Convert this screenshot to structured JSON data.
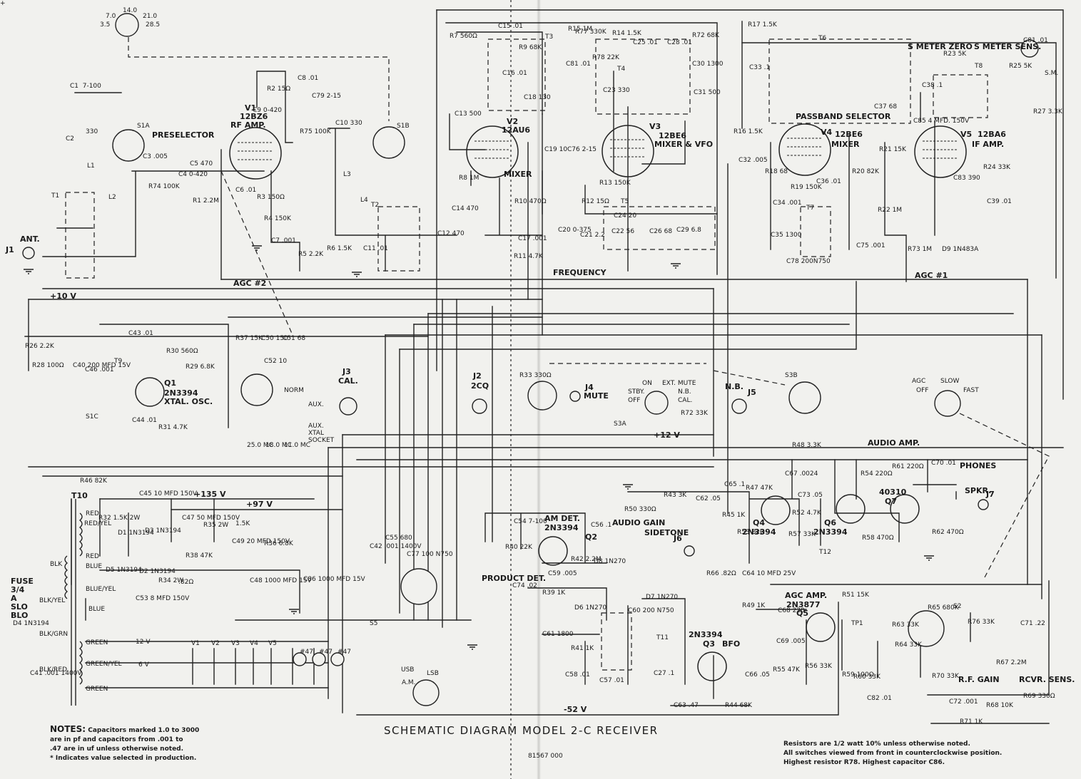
{
  "title": "SCHEMATIC DIAGRAM MODEL 2-C RECEIVER",
  "doc_number": "81567 000",
  "notes": {
    "heading": "NOTES:",
    "lines": [
      "Capacitors marked 1.0 to 3000",
      "are in pf and capacitors from .001 to",
      ".47 are in uf unless otherwise noted.",
      "* Indicates value selected in production."
    ]
  },
  "right_notes": [
    "Resistors are 1/2 watt 10% unless otherwise noted.",
    "All switches viewed from front in counterclockwise position.",
    "Highest resistor R78.   Highest capacitor C86."
  ],
  "band_dial": [
    "14.0",
    "7.0",
    "21.0",
    "3.5",
    "28.5"
  ],
  "tubes": [
    {
      "ref": "V1",
      "type": "12BZ6",
      "function": "RF AMP."
    },
    {
      "ref": "V2",
      "type": "12AU6",
      "function": "MIXER"
    },
    {
      "ref": "V3",
      "type": "12BE6",
      "function": "MIXER & VFO"
    },
    {
      "ref": "V4",
      "type": "12BE6",
      "function": "MIXER"
    },
    {
      "ref": "V5",
      "type": "12BA6",
      "function": "IF AMP."
    }
  ],
  "transistors": [
    {
      "ref": "Q1",
      "type": "2N3394",
      "function": "XTAL. OSC."
    },
    {
      "ref": "Q2",
      "type": "2N3394",
      "function": "AM DET."
    },
    {
      "ref": "Q3",
      "type": "2N3394",
      "function": "BFO"
    },
    {
      "ref": "Q4",
      "type": "2N3394",
      "function": ""
    },
    {
      "ref": "Q5",
      "type": "2N3877",
      "function": "AGC AMP."
    },
    {
      "ref": "Q6",
      "type": "2N3394",
      "function": ""
    },
    {
      "ref": "Q7",
      "type": "40310",
      "function": ""
    }
  ],
  "section_labels": [
    "PRESELECTOR",
    "FREQUENCY",
    "PASSBAND SELECTOR",
    "AUDIO AMP.",
    "PRODUCT DET.",
    "AGC AMP."
  ],
  "controls": [
    "S METER ZERO",
    "S METER SENS.",
    "AUDIO GAIN",
    "R.F. GAIN",
    "RCVR. SENS.",
    "SIDETONE"
  ],
  "function_switch": [
    "ON",
    "EXT. MUTE",
    "STBY.",
    "N.B.",
    "OFF",
    "CAL."
  ],
  "agc_switch": [
    "AGC",
    "SLOW",
    "OFF",
    "FAST"
  ],
  "mode_switch": [
    "USB",
    "LSB",
    "A.M."
  ],
  "jacks": [
    {
      "ref": "J1",
      "label": "ANT."
    },
    {
      "ref": "J2",
      "label": "2CQ"
    },
    {
      "ref": "J3",
      "label": "CAL."
    },
    {
      "ref": "J4",
      "label": "MUTE"
    },
    {
      "ref": "J5",
      "label": "N.B."
    },
    {
      "ref": "J6",
      "label": "SIDETONE"
    },
    {
      "ref": "J7",
      "label": "SPKR."
    }
  ],
  "outputs": [
    "PHONES",
    "SPKR."
  ],
  "crystals": [
    "25.0 MC",
    "18.0 MC",
    "11.0 MC"
  ],
  "xtal_labels": [
    "NORM",
    "AUX.",
    "AUX. XTAL SOCKET"
  ],
  "rails": [
    "+10 V",
    "+12 V",
    "+135 V",
    "+97 V",
    "-52 V",
    "AGC #1",
    "AGC #2"
  ],
  "power": {
    "transformer": "T10",
    "fuse": "FUSE 3/4 A SLO BLO",
    "wires": [
      "RED",
      "RED/YEL",
      "RED",
      "BLUE",
      "BLUE/YEL",
      "BLUE",
      "BLK",
      "BLK/YEL",
      "BLK/GRN",
      "BLK/RED",
      "GREEN",
      "GREEN/YEL",
      "GREEN"
    ],
    "heaters": [
      "V1",
      "V2",
      "V3",
      "V4",
      "V5",
      "#47",
      "#47",
      "#47"
    ],
    "heater_volts": [
      "12 V",
      "6 V"
    ]
  },
  "labels": [
    {
      "t": "C1  7-100"
    },
    {
      "t": "C2"
    },
    {
      "t": "330"
    },
    {
      "t": "S1A"
    },
    {
      "t": "L1"
    },
    {
      "t": "L2"
    },
    {
      "t": "T1"
    },
    {
      "t": "C3 .005"
    },
    {
      "t": "C4 0-420"
    },
    {
      "t": "R74 100K"
    },
    {
      "t": "C5 470"
    },
    {
      "t": "R1 2.2M"
    },
    {
      "t": "R2 15Ω"
    },
    {
      "t": "C8 .01"
    },
    {
      "t": "C9 0-420"
    },
    {
      "t": "C79 2-15"
    },
    {
      "t": "R75 100K"
    },
    {
      "t": "C6 .01"
    },
    {
      "t": "R3 150Ω"
    },
    {
      "t": "R4 150K"
    },
    {
      "t": "C7 .001"
    },
    {
      "t": "R5 2.2K"
    },
    {
      "t": "C10 330"
    },
    {
      "t": "S1B"
    },
    {
      "t": "L3"
    },
    {
      "t": "L4"
    },
    {
      "t": "T2"
    },
    {
      "t": "R6 1.5K"
    },
    {
      "t": "C11 .01"
    },
    {
      "t": "R7 560Ω"
    },
    {
      "t": "C15 .01"
    },
    {
      "t": "T3"
    },
    {
      "t": "R9 68K"
    },
    {
      "t": "C16 .01"
    },
    {
      "t": "C18 130"
    },
    {
      "t": "R15 1M"
    },
    {
      "t": "R77 330K"
    },
    {
      "t": "C81 .01"
    },
    {
      "t": "R78 22K"
    },
    {
      "t": "C13 500"
    },
    {
      "t": "R8 1M"
    },
    {
      "t": "C14 470"
    },
    {
      "t": "R10 470Ω"
    },
    {
      "t": "C12 470"
    },
    {
      "t": "C17 .001"
    },
    {
      "t": "R11 4.7K"
    },
    {
      "t": "R14 1.5K"
    },
    {
      "t": "C25 .01"
    },
    {
      "t": "C28 .01"
    },
    {
      "t": "R72 68K"
    },
    {
      "t": "T4"
    },
    {
      "t": "C23 330"
    },
    {
      "t": "C30 1300"
    },
    {
      "t": "C31 500"
    },
    {
      "t": "C19 10"
    },
    {
      "t": "C76 2-15"
    },
    {
      "t": "R13 150K"
    },
    {
      "t": "R12 15Ω"
    },
    {
      "t": "T5"
    },
    {
      "t": "C24 20"
    },
    {
      "t": "C20 0-375"
    },
    {
      "t": "C21 2.2"
    },
    {
      "t": "C22 56"
    },
    {
      "t": "C26 68"
    },
    {
      "t": "C29 6.8"
    },
    {
      "t": "R17 1.5K"
    },
    {
      "t": "C33 .1"
    },
    {
      "t": "R16 1.5K"
    },
    {
      "t": "C32 .005"
    },
    {
      "t": "T6"
    },
    {
      "t": "R18 68"
    },
    {
      "t": "R19 150K"
    },
    {
      "t": "C36 .01"
    },
    {
      "t": "R20 82K"
    },
    {
      "t": "R21 15K"
    },
    {
      "t": "C34 .001"
    },
    {
      "t": "T7"
    },
    {
      "t": "C35 1300"
    },
    {
      "t": "C78 200N750"
    },
    {
      "t": "C75 .001"
    },
    {
      "t": "R22 1M"
    },
    {
      "t": "R73 1M"
    },
    {
      "t": "D9 1N483A"
    },
    {
      "t": "C37 68"
    },
    {
      "t": "R23 5K"
    },
    {
      "t": "C38 .1"
    },
    {
      "t": "T8"
    },
    {
      "t": "R25 5K"
    },
    {
      "t": "R27 3.3K"
    },
    {
      "t": "C85 4 MFD. 150V"
    },
    {
      "t": "C83 390"
    },
    {
      "t": "R24 33K"
    },
    {
      "t": "C39 .01"
    },
    {
      "t": "R26 2.2K"
    },
    {
      "t": "R28 100Ω"
    },
    {
      "t": "C40 200 MFD 15V"
    },
    {
      "t": "C43 .01"
    },
    {
      "t": "T9"
    },
    {
      "t": "R30 560Ω"
    },
    {
      "t": "C46 .001"
    },
    {
      "t": "R29 6.8K"
    },
    {
      "t": "R37 15K"
    },
    {
      "t": "C50 150"
    },
    {
      "t": "C51 68"
    },
    {
      "t": "C52 10"
    },
    {
      "t": "S1C"
    },
    {
      "t": "C44 .01"
    },
    {
      "t": "R31 4.7K"
    },
    {
      "t": "R33 330Ω"
    },
    {
      "t": "S3B"
    },
    {
      "t": "S3A"
    },
    {
      "t": "R72 33K"
    },
    {
      "t": "R46 82K"
    },
    {
      "t": "C45 10 MFD 150V"
    },
    {
      "t": "R32 1.5K 2W"
    },
    {
      "t": "D1 1N3194"
    },
    {
      "t": "D3 1N3194"
    },
    {
      "t": "C47 50 MFD 150V"
    },
    {
      "t": "R35 2W"
    },
    {
      "t": "1.5K"
    },
    {
      "t": "C49 20 MFD 150V"
    },
    {
      "t": "R38 47K"
    },
    {
      "t": "R36 6.8K"
    },
    {
      "t": "D5 1N3194"
    },
    {
      "t": "D2 1N3194"
    },
    {
      "t": "R34 2W"
    },
    {
      "t": ".82Ω"
    },
    {
      "t": "C48 1000 MFD 15V"
    },
    {
      "t": "C86 1000 MFD 15V"
    },
    {
      "t": "C53 8 MFD 150V"
    },
    {
      "t": "D4 1N3194"
    },
    {
      "t": "C41 .001 1400V"
    },
    {
      "t": "C42 .001 1400V"
    },
    {
      "t": "C55 680"
    },
    {
      "t": "C77 100 N750"
    },
    {
      "t": "S5"
    },
    {
      "t": "C54 7-100"
    },
    {
      "t": "R40 22K"
    },
    {
      "t": "C56 .1"
    },
    {
      "t": "R42 2.2M"
    },
    {
      "t": "D8 1N270"
    },
    {
      "t": "C59 .005"
    },
    {
      "t": "C74 .02"
    },
    {
      "t": "R39 1K"
    },
    {
      "t": "D6 1N270"
    },
    {
      "t": "D7 1N270"
    },
    {
      "t": "C60 200 N750"
    },
    {
      "t": "T11"
    },
    {
      "t": "C61 1800"
    },
    {
      "t": "R41 1K"
    },
    {
      "t": "C58 .01"
    },
    {
      "t": "C57 .01"
    },
    {
      "t": "C27 .1"
    },
    {
      "t": "C63 .47"
    },
    {
      "t": "R44 68K"
    },
    {
      "t": "C66 .05"
    },
    {
      "t": "R50 330Ω"
    },
    {
      "t": "R43 3K"
    },
    {
      "t": "C62 .05"
    },
    {
      "t": "R45 1K"
    },
    {
      "t": "C65 .1"
    },
    {
      "t": "R47 47K"
    },
    {
      "t": "C67 .0024"
    },
    {
      "t": "R52 4.7K"
    },
    {
      "t": "C73 .05"
    },
    {
      "t": "R57 33K"
    },
    {
      "t": "R53 82Ω"
    },
    {
      "t": "R48 3.3K"
    },
    {
      "t": "R54 220Ω"
    },
    {
      "t": "R61 220Ω"
    },
    {
      "t": "C70 .01"
    },
    {
      "t": "T12"
    },
    {
      "t": "R58 470Ω"
    },
    {
      "t": "R62 470Ω"
    },
    {
      "t": "R66 .82Ω"
    },
    {
      "t": "C64 10 MFD 25V"
    },
    {
      "t": "R49 1K"
    },
    {
      "t": "C68 220"
    },
    {
      "t": "R51 15K"
    },
    {
      "t": "TP1"
    },
    {
      "t": "C69 .005"
    },
    {
      "t": "R55 47K"
    },
    {
      "t": "R56 33K"
    },
    {
      "t": "R59 100Ω"
    },
    {
      "t": "R60 33K"
    },
    {
      "t": "C82 .01"
    },
    {
      "t": "R63 33K"
    },
    {
      "t": "R64 33K"
    },
    {
      "t": "R65 680K"
    },
    {
      "t": "S2"
    },
    {
      "t": "R76 33K"
    },
    {
      "t": "C71 .22"
    },
    {
      "t": "R70 33K"
    },
    {
      "t": "R67 2.2M"
    },
    {
      "t": "C72 .001"
    },
    {
      "t": "R68 10K"
    },
    {
      "t": "R69 330Ω"
    },
    {
      "t": "R71 1K"
    },
    {
      "t": "C81 .01"
    },
    {
      "t": "S.M."
    },
    {
      "t": "+"
    }
  ]
}
